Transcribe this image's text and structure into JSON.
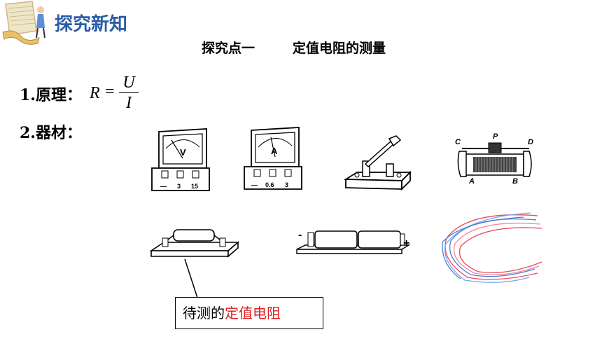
{
  "header": {
    "title": "探究新知"
  },
  "section_title": {
    "part1": "探究点一",
    "part2": "定值电阻的测量"
  },
  "items": [
    {
      "label": "1.原理："
    },
    {
      "label": "2.器材："
    }
  ],
  "formula": {
    "lhs": "R",
    "eq": "=",
    "numerator": "U",
    "denominator": "I"
  },
  "instruments": {
    "voltmeter": {
      "symbol": "V",
      "terminals": [
        "—",
        "3",
        "15"
      ]
    },
    "ammeter": {
      "symbol": "A",
      "terminals": [
        "—",
        "0.6",
        "3"
      ]
    },
    "rheostat": {
      "labels": [
        "C",
        "P",
        "D",
        "A",
        "B"
      ]
    },
    "battery": {
      "minus": "-",
      "plus": "+"
    }
  },
  "callout": {
    "prefix": "待测的",
    "highlight": "定值电阻"
  },
  "colors": {
    "header": "#2a5ca6",
    "highlight": "#e02020"
  }
}
